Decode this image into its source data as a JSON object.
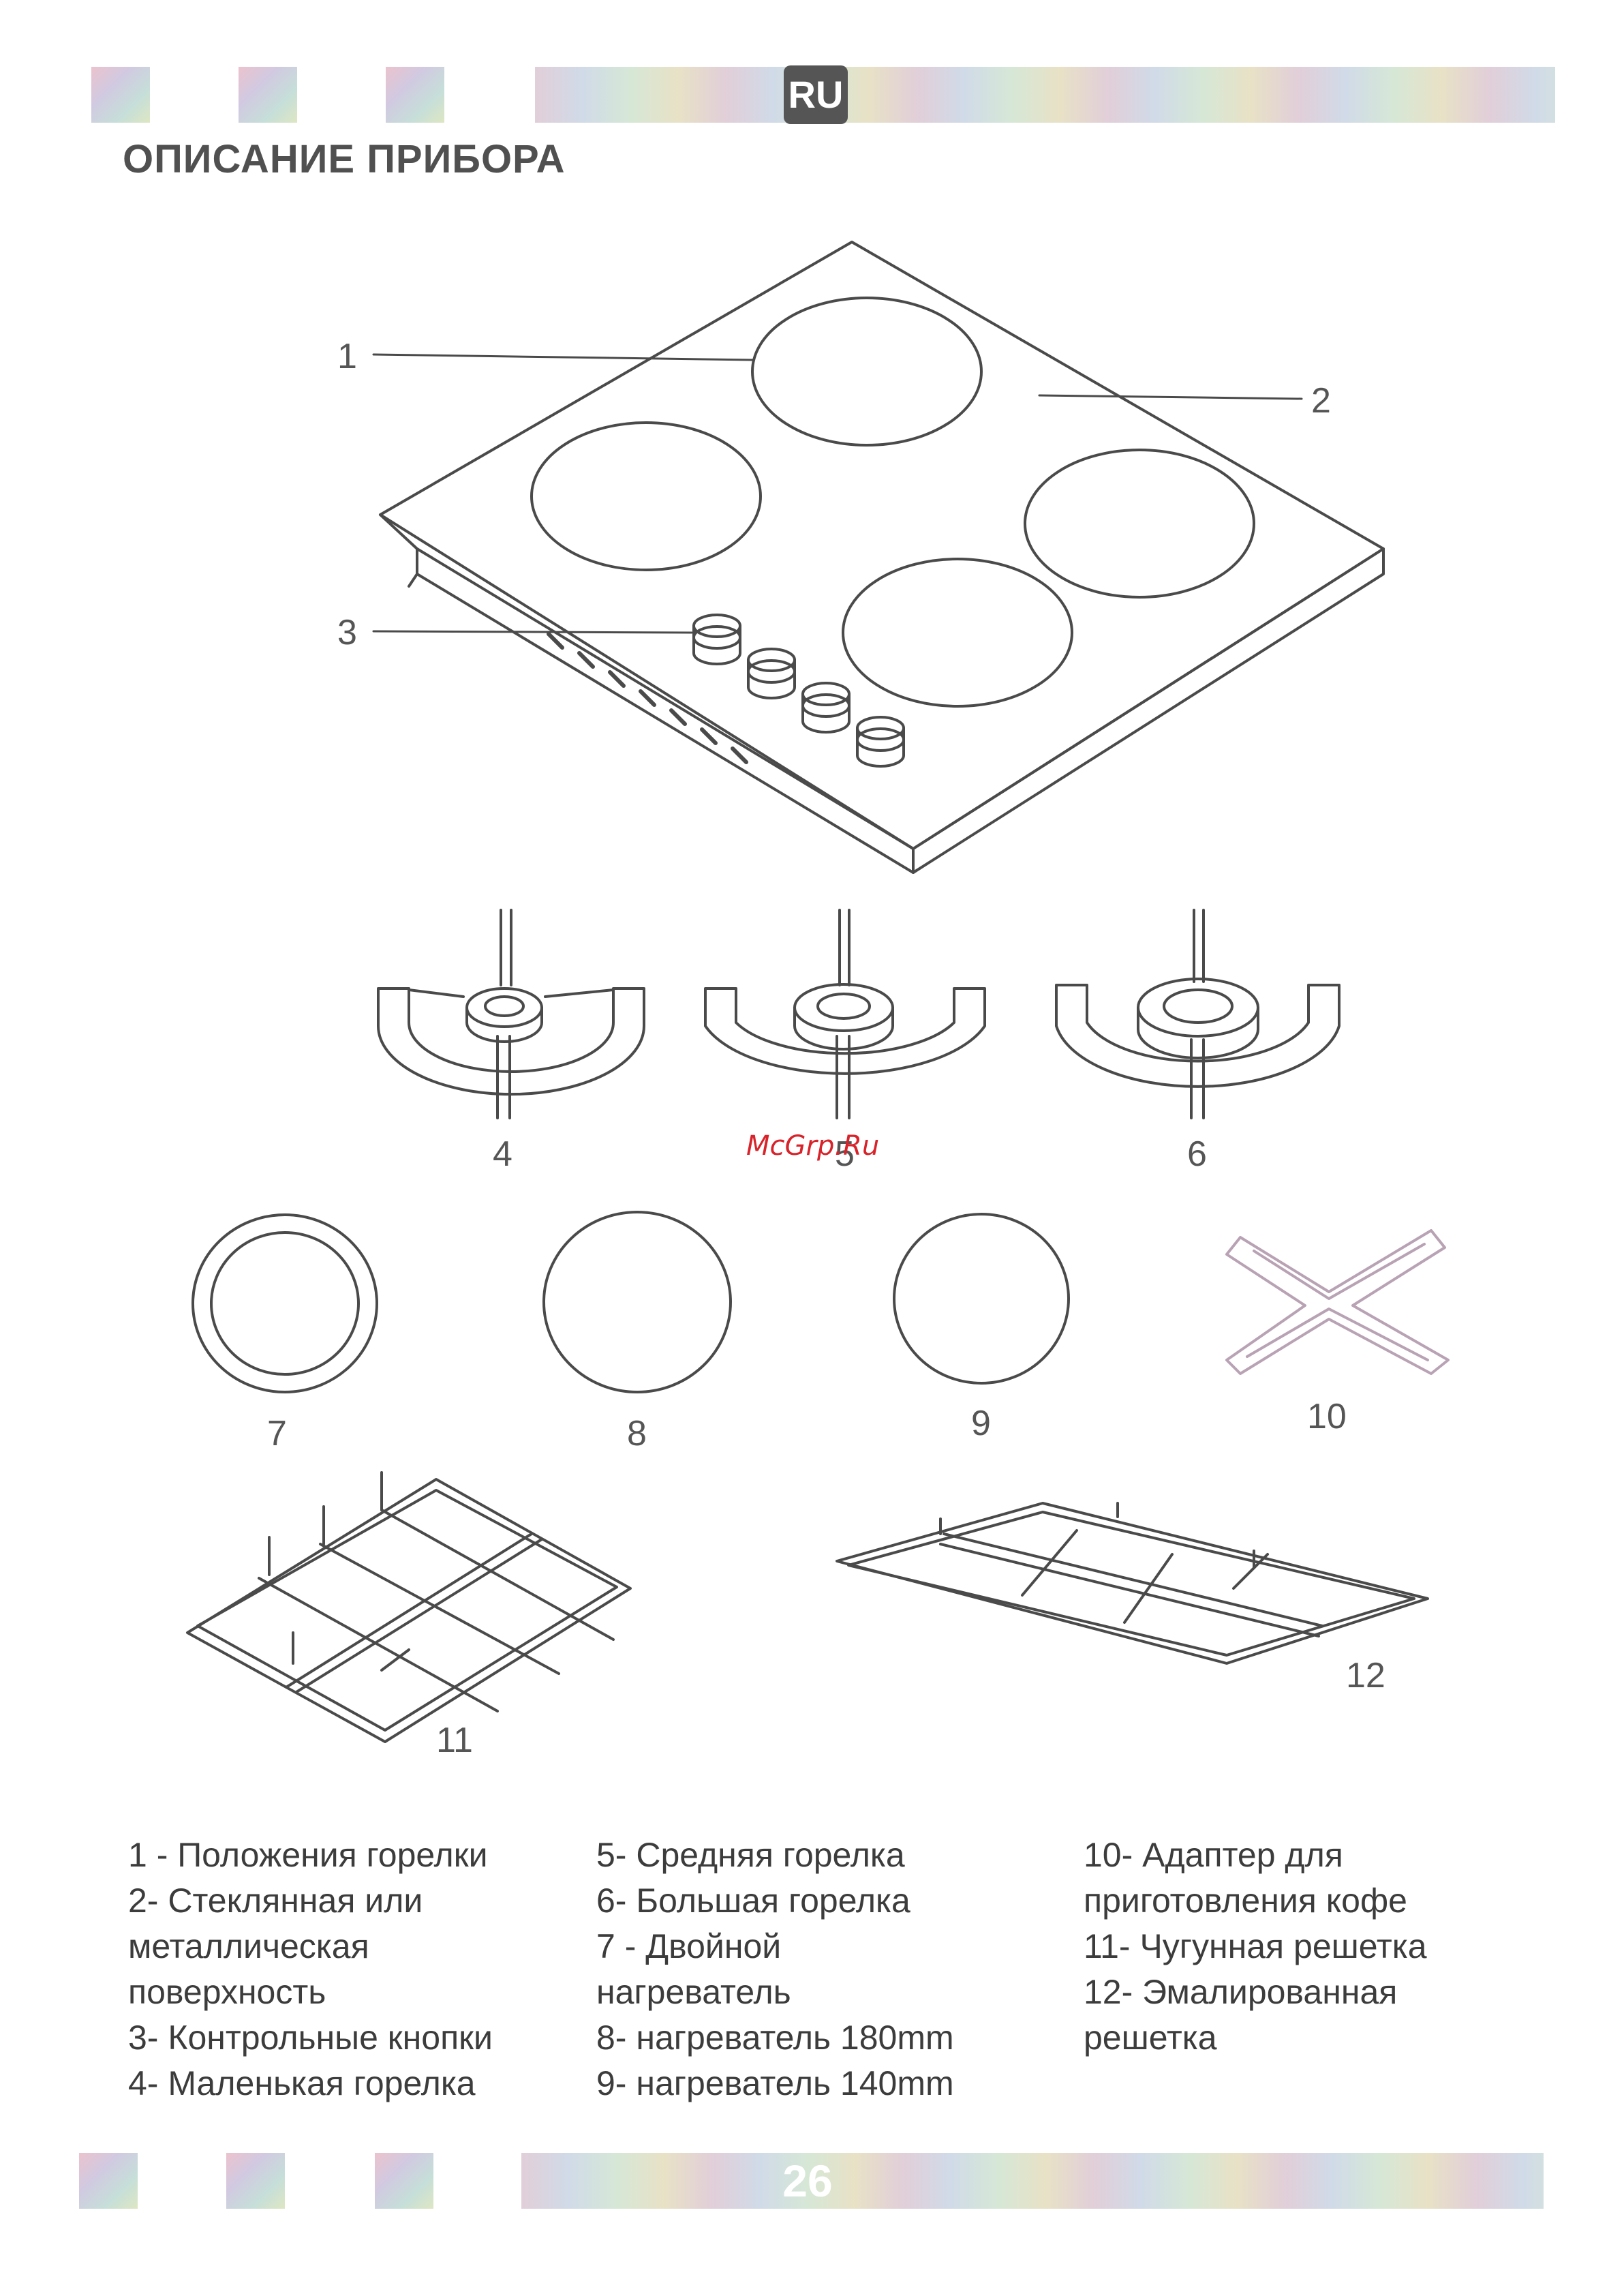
{
  "header": {
    "language_badge": "RU",
    "section_title": "ОПИСАНИЕ ПРИБОРА"
  },
  "footer": {
    "page_number": "26"
  },
  "watermark": "McGrp.Ru",
  "figure_labels": {
    "l1": "1",
    "l2": "2",
    "l3": "3",
    "l4": "4",
    "l5": "5",
    "l6": "6",
    "l7": "7",
    "l8": "8",
    "l9": "9",
    "l10": "10",
    "l11": "11",
    "l12": "12"
  },
  "legend": {
    "col1": [
      "1 - Положения горелки",
      "2- Стеклянная или",
      "металлическая",
      "поверхность",
      "3- Контрольные кнопки",
      "4- Маленькая горелка"
    ],
    "col2": [
      "5- Средняя горелка",
      "6- Большая горелка",
      "7 - Двойной",
      "нагреватель",
      "8- нагреватель 180mm",
      "9- нагреватель 140mm"
    ],
    "col3": [
      "10- Адаптер для",
      "приготовления кофе",
      "11- Чугунная решетка",
      "12- Эмалированная",
      "решетка"
    ]
  }
}
